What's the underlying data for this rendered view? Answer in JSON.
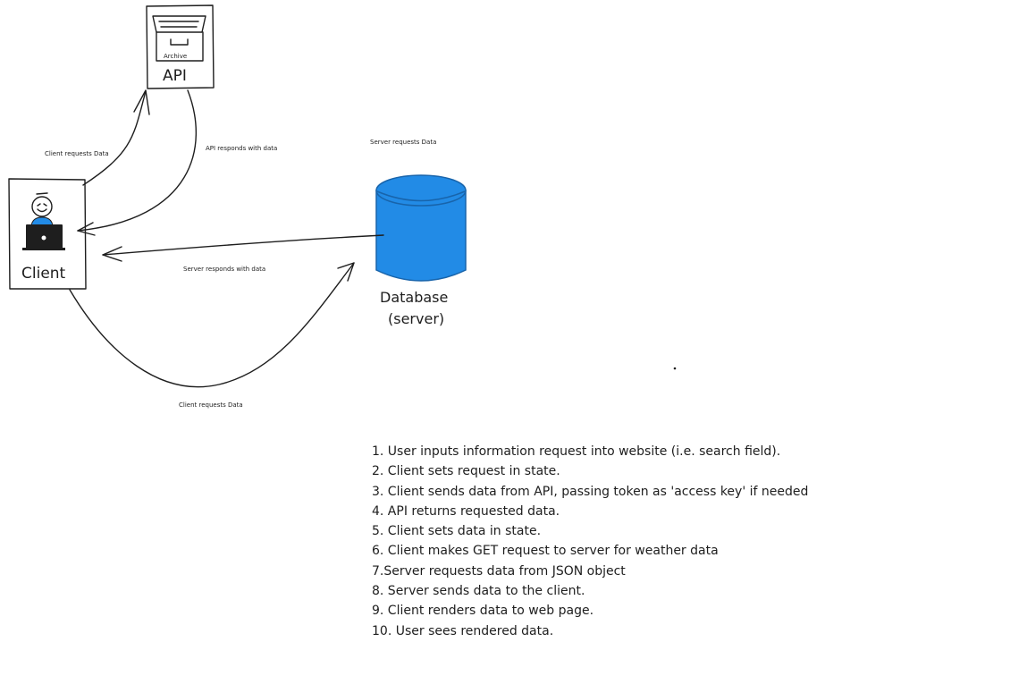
{
  "nodes": {
    "api": {
      "label": "API",
      "icon_label": "Archive",
      "icon": "archive-icon"
    },
    "client": {
      "label": "Client",
      "icon": "person-laptop-icon"
    },
    "database": {
      "label_line1": "Database",
      "label_line2": "(server)",
      "icon": "database-cylinder-icon",
      "fill_color": "#228be6",
      "stroke_color": "#1864ab"
    }
  },
  "edges": {
    "client_to_api": "Client requests Data",
    "api_to_client": "API responds with data",
    "server_requests": "Server requests Data",
    "server_to_client": "Server responds with data",
    "client_to_server": "Client requests Data"
  },
  "steps": [
    "1.  User inputs information request into website (i.e. search field).",
    "2. Client sets request in state.",
    "3. Client sends  data from API, passing token as 'access key' if needed",
    "4. API returns requested data.",
    "5. Client sets data in state.",
    "6. Client makes GET request to server for weather data",
    "7.Server requests data from JSON object",
    "8. Server sends data to the client.",
    "9. Client renders data to web page.",
    "10. User sees rendered data."
  ],
  "colors": {
    "ink": "#1e1e1e",
    "database_fill": "#228be6",
    "database_stroke": "#1864ab",
    "avatar_fill": "#228be6"
  }
}
